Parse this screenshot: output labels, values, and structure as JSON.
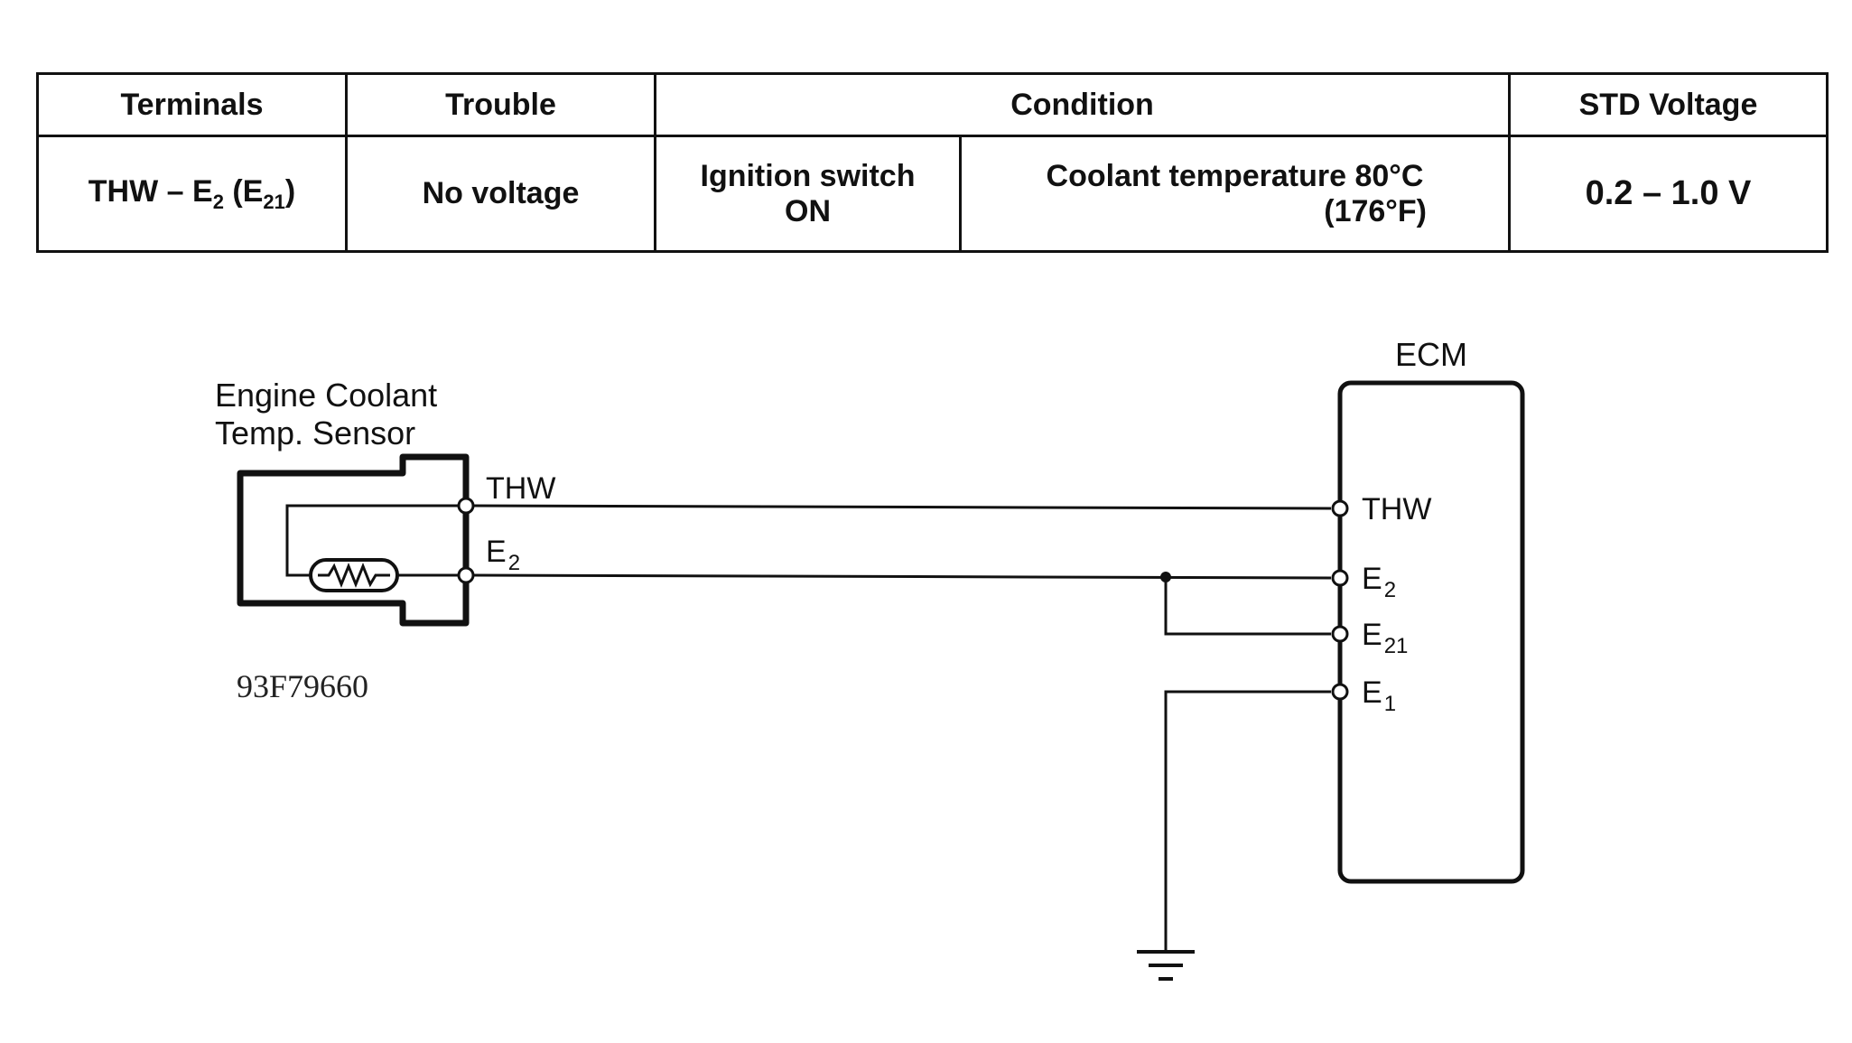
{
  "table": {
    "headers": {
      "terminals": "Terminals",
      "trouble": "Trouble",
      "condition": "Condition",
      "std_voltage": "STD Voltage"
    },
    "row": {
      "terminals_main": "THW – E",
      "terminals_sub": "2",
      "terminals_paren_open": " (E",
      "terminals_paren_sub": "21",
      "terminals_paren_close": ")",
      "trouble": "No voltage",
      "condition_a_line1": "Ignition switch",
      "condition_a_line2": "ON",
      "condition_b_line1": "Coolant temperature 80°C",
      "condition_b_line2": "(176°F)",
      "std_voltage": "0.2 – 1.0 V"
    }
  },
  "diagram": {
    "sensor_label_line1": "Engine Coolant",
    "sensor_label_line2": "Temp. Sensor",
    "sensor_pin_thw": "THW",
    "sensor_pin_e2_main": "E",
    "sensor_pin_e2_sub": "2",
    "ecm_label": "ECM",
    "ecm_pin_thw": "THW",
    "ecm_pin_e2_main": "E",
    "ecm_pin_e2_sub": "2",
    "ecm_pin_e21_main": "E",
    "ecm_pin_e21_sub": "21",
    "ecm_pin_e1_main": "E",
    "ecm_pin_e1_sub": "1",
    "figure_code": "93F79660"
  }
}
